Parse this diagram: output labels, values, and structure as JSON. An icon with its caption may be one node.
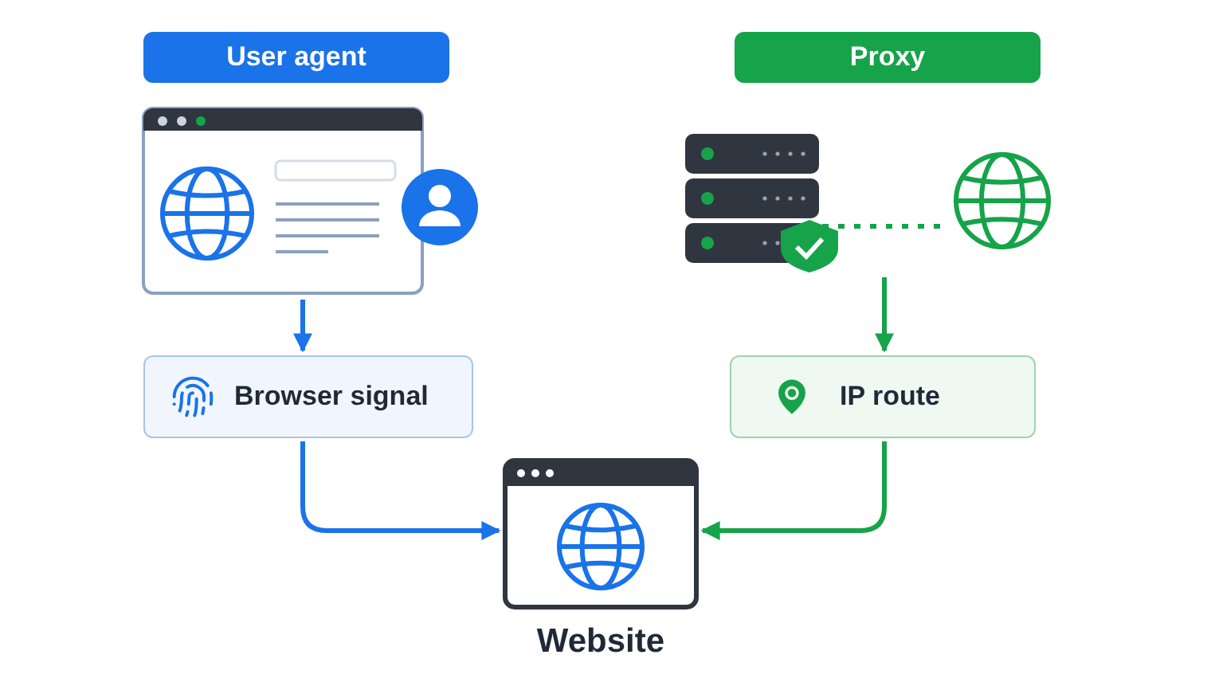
{
  "diagram": {
    "nodes": [
      {
        "text": [
          "User agent"
        ]
      },
      {
        "text": [
          "Proxy"
        ]
      },
      {
        "text": [],
        "shape": "picture"
      },
      {
        "text": [],
        "shape": "picture"
      },
      {
        "text": [],
        "shape": "picture"
      },
      {
        "text": [
          "Browser signal"
        ]
      },
      {
        "text": [
          "IP route"
        ]
      },
      {
        "text": [
          "Website"
        ]
      }
    ],
    "edges": [
      {
        "from": 2,
        "to": 5,
        "arrow": "to",
        "color": "#1a73e8"
      },
      {
        "from": 3,
        "to": 4,
        "arrow": "none",
        "style": "dashed",
        "color": "#16a34a"
      },
      {
        "from": 3,
        "to": 6,
        "arrow": "to",
        "color": "#16a34a"
      },
      {
        "from": 5,
        "to": 7,
        "arrow": "to",
        "color": "#1a73e8"
      },
      {
        "from": 6,
        "to": 7,
        "arrow": "to",
        "color": "#16a34a"
      }
    ]
  }
}
